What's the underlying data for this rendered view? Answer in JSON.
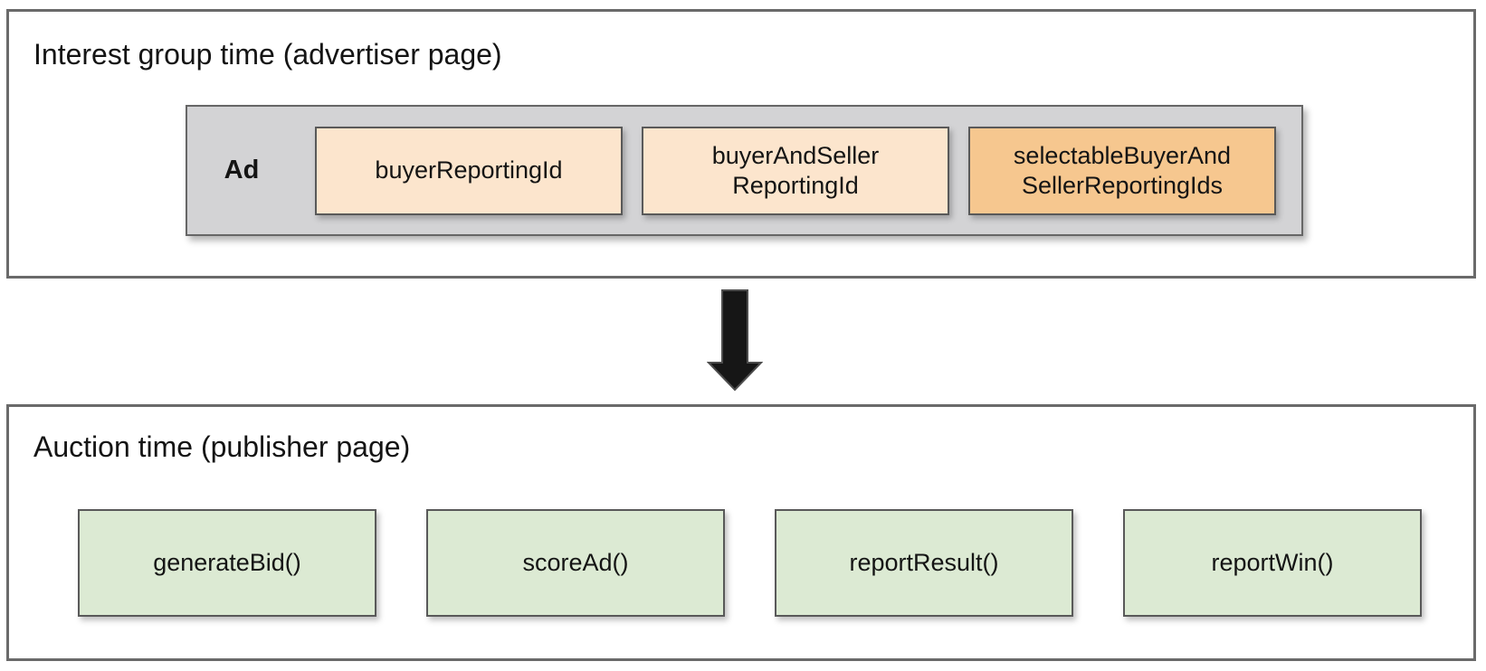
{
  "diagram": {
    "top_section": {
      "title": "Interest group time (advertiser page)",
      "ad_label": "Ad",
      "id_boxes": [
        {
          "lines": [
            "buyerReportingId"
          ]
        },
        {
          "lines": [
            "buyerAndSeller",
            "ReportingId"
          ]
        },
        {
          "lines": [
            "selectableBuyerAnd",
            "SellerReportingIds"
          ]
        }
      ]
    },
    "bottom_section": {
      "title": "Auction time (publisher page)",
      "function_boxes": [
        {
          "label": "generateBid()"
        },
        {
          "label": "scoreAd()"
        },
        {
          "label": "reportResult()"
        },
        {
          "label": "reportWin()"
        }
      ]
    },
    "colors": {
      "light_peach_fill": "#fce5cd",
      "orange_fill": "#f6c78f",
      "light_green_fill": "#dcead3",
      "container_gray_fill": "#d3d3d5",
      "inner_box_border": "#595959",
      "section_border": "#6a6a6a",
      "arrow_fill": "#161616",
      "arrow_outline": "#4d4d4d"
    }
  }
}
